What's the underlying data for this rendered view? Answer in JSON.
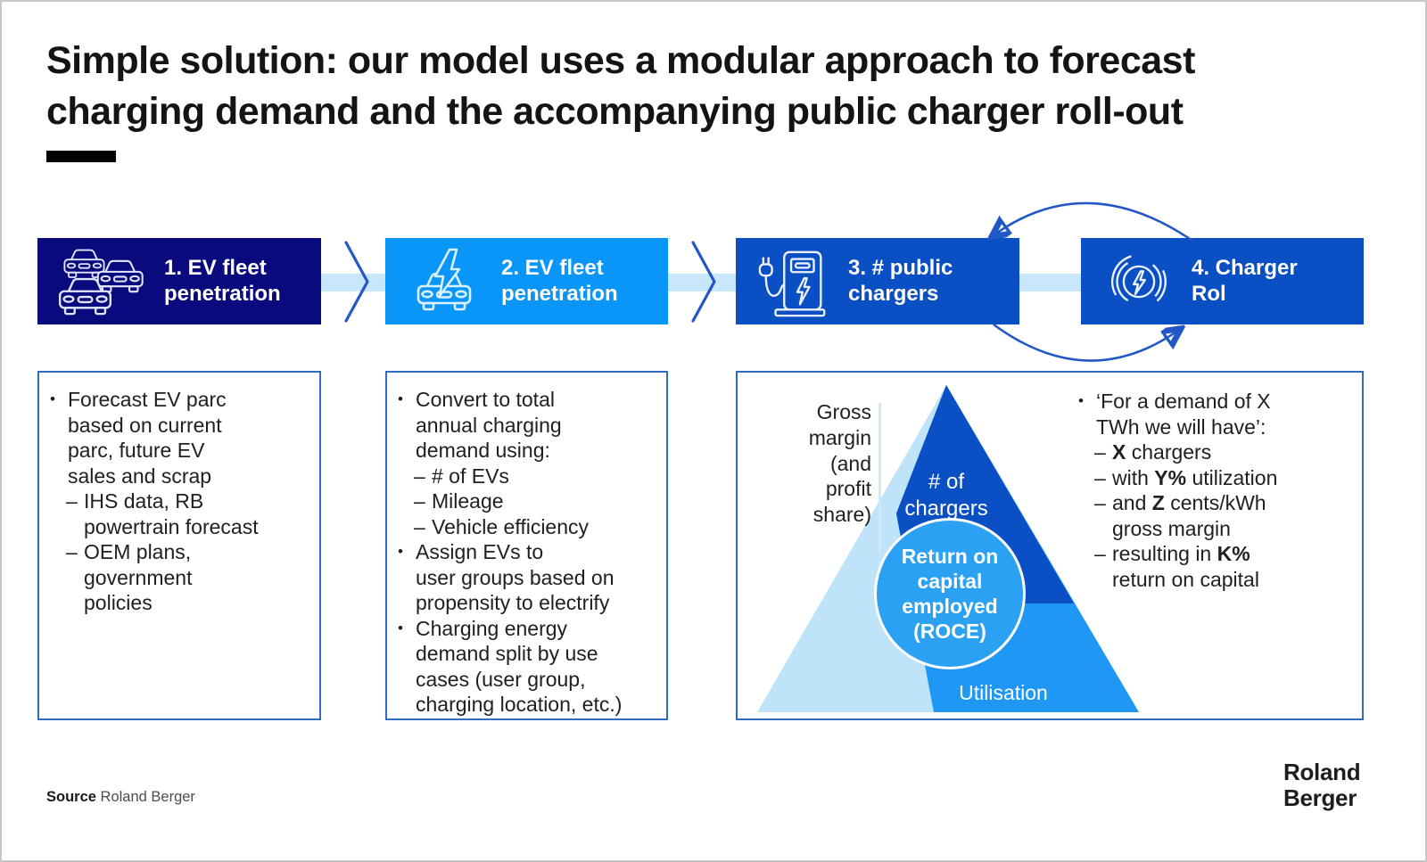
{
  "title": "Simple solution: our model uses a modular approach to forecast\ncharging demand and the accompanying public charger roll-out",
  "colors": {
    "navy": "#0a0a7f",
    "bright": "#0a96f8",
    "royal": "#0b4fc4",
    "band": "#c9e7fa",
    "pale": "#bfe3f8",
    "medium": "#1e97f5",
    "circle": "#2aa1f3",
    "arrow": "#2257c6",
    "boxborder": "#2f6cc4",
    "text": "#202020"
  },
  "steps": [
    {
      "label": "1. EV fleet\npenetration",
      "icon": "car-fleet-icon"
    },
    {
      "label": "2. EV fleet\npenetration",
      "icon": "ev-car-icon"
    },
    {
      "label": "3. # public\nchargers",
      "icon": "charging-station-icon"
    },
    {
      "label": "4. Charger\nRol",
      "icon": "charger-roi-icon"
    }
  ],
  "box1": {
    "items": [
      {
        "marker": "•",
        "text": "Forecast EV parc\nbased on current\nparc, future EV\nsales and scrap"
      },
      {
        "marker": "–",
        "text": "IHS data, RB\npowertrain forecast"
      },
      {
        "marker": "–",
        "text": "OEM plans,\ngovernment\npolicies"
      }
    ]
  },
  "box2": {
    "items": [
      {
        "marker": "•",
        "text": "Convert to total\nannual charging\ndemand using:"
      },
      {
        "marker": "–",
        "text": "# of EVs"
      },
      {
        "marker": "–",
        "text": "Mileage"
      },
      {
        "marker": "–",
        "text": "Vehicle efficiency"
      },
      {
        "marker": "•",
        "text": "Assign EVs to\nuser groups based on\npropensity to electrify"
      },
      {
        "marker": "•",
        "text": "Charging energy\ndemand split by use\ncases (user group,\ncharging location, etc.)"
      }
    ]
  },
  "box3": {
    "gross_label": "Gross\nmargin\n(and\nprofit\nshare)",
    "triangle": {
      "top_label": "# of\nchargers",
      "circle_label": "Return on\ncapital\nemployed\n(ROCE)",
      "bottom_label": "Utilisation"
    },
    "roi_items": [
      {
        "marker": "•",
        "pre": "‘For a demand of X\nTWh we will have’:",
        "bold": "",
        "post": ""
      },
      {
        "marker": "–",
        "pre": "",
        "bold": "X",
        "post": " chargers"
      },
      {
        "marker": "–",
        "pre": "with ",
        "bold": "Y%",
        "post": " utilization"
      },
      {
        "marker": "–",
        "pre": "and ",
        "bold": "Z",
        "post": " cents/kWh\ngross margin"
      },
      {
        "marker": "–",
        "pre": "resulting in ",
        "bold": "K%",
        "post": "\nreturn on capital"
      }
    ]
  },
  "source": {
    "label": "Source",
    "value": "Roland Berger"
  },
  "logo": {
    "line1": "Roland",
    "line2": "Berger"
  }
}
